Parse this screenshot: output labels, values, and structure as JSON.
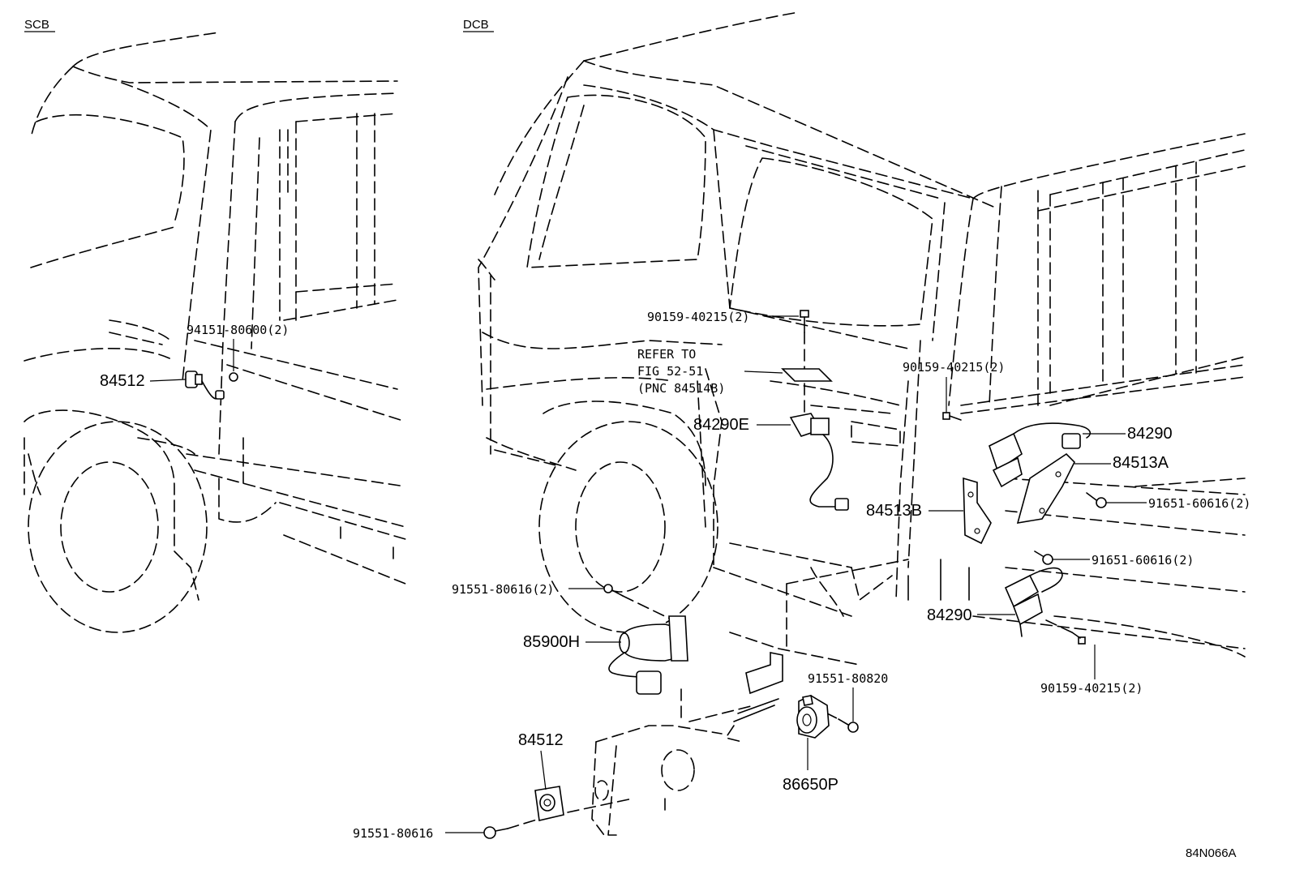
{
  "sections": {
    "left": "SCB",
    "right": "DCB"
  },
  "diagram_code": "84N066A",
  "refer_note": {
    "line1": "REFER TO",
    "line2": "FIG 52-51",
    "line3": "(PNC 84514B)"
  },
  "parts": {
    "p94151": "94151-80600(2)",
    "p84512_left": "84512",
    "p90159_top": "90159-40215(2)",
    "p84290E": "84290E",
    "p90159_right": "90159-40215(2)",
    "p84290_top": "84290",
    "p84513A": "84513A",
    "p91651_a": "91651-60616(2)",
    "p84513B": "84513B",
    "p91651_b": "91651-60616(2)",
    "p84290_bottom": "84290",
    "p90159_bottom": "90159-40215(2)",
    "p91551_80616_2": "91551-80616(2)",
    "p85900H": "85900H",
    "p91551_80820": "91551-80820",
    "p84512_bottom": "84512",
    "p86650P": "86650P",
    "p91551_80616": "91551-80616"
  }
}
